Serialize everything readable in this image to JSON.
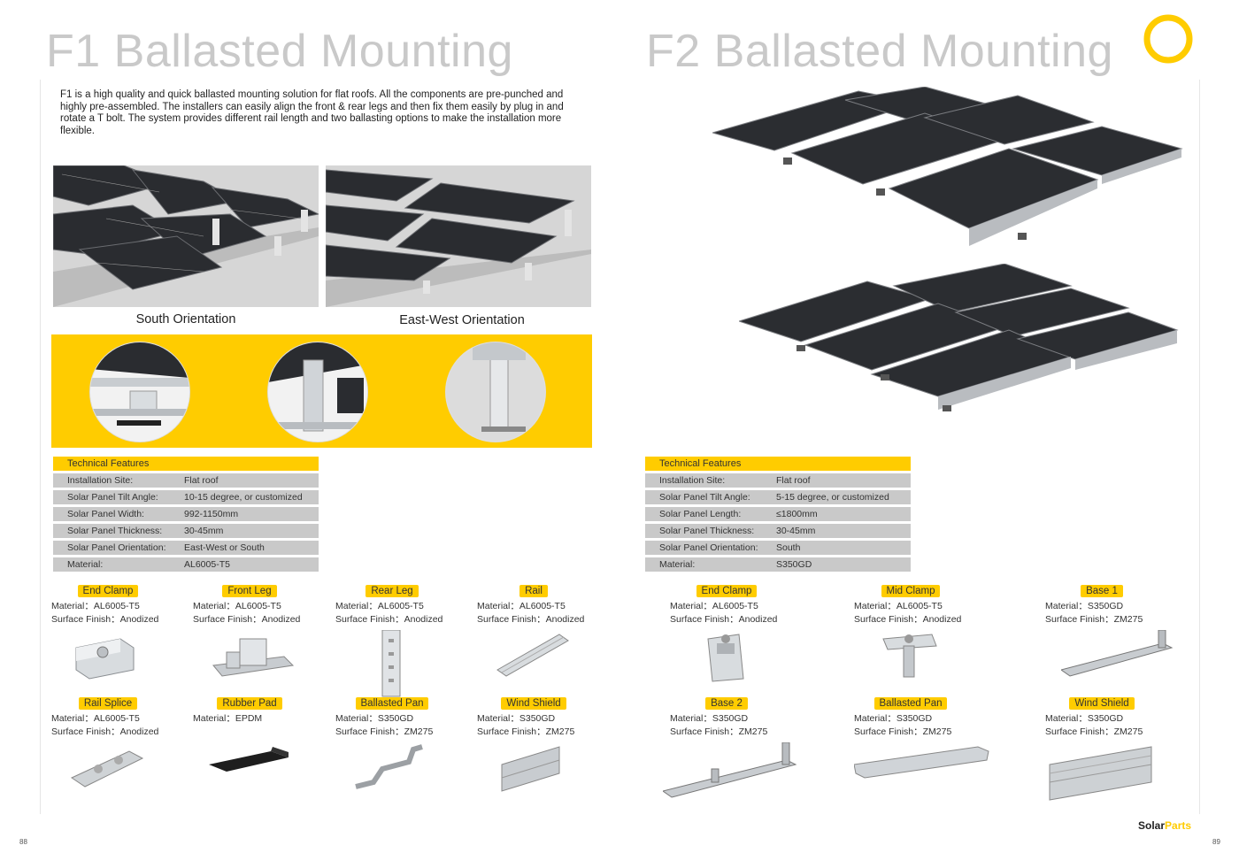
{
  "left": {
    "title": "F1 Ballasted Mounting",
    "intro": "F1 is a high quality and quick ballasted mounting  solution for flat roofs.  All the components are pre-punched and highly pre-assembled. The installers can easily align the front & rear legs and then fix them easily by plug in and rotate a T bolt. The system provides different rail length and two ballasting options to make the installation more flexible.",
    "captions": [
      "South Orientation",
      "East-West Orientation"
    ],
    "features": {
      "heading": "Technical  Features",
      "rows": [
        {
          "label": "Installation Site:",
          "value": "Flat roof"
        },
        {
          "label": "Solar Panel Tilt Angle:",
          "value": "10-15 degree, or customized"
        },
        {
          "label": "Solar Panel Width:",
          "value": "992-1150mm"
        },
        {
          "label": "Solar Panel Thickness:",
          "value": "30-45mm"
        },
        {
          "label": "Solar Panel Orientation:",
          "value": "East-West or South"
        },
        {
          "label": "Material:",
          "value": "AL6005-T5"
        }
      ]
    },
    "parts": [
      {
        "name": "End Clamp",
        "material": "Material：AL6005-T5",
        "finish": "Surface Finish：Anodized"
      },
      {
        "name": "Front Leg",
        "material": "Material：AL6005-T5",
        "finish": "Surface Finish：Anodized"
      },
      {
        "name": "Rear Leg",
        "material": "Material：AL6005-T5",
        "finish": "Surface Finish：Anodized"
      },
      {
        "name": "Rail",
        "material": "Material：AL6005-T5",
        "finish": "Surface Finish：Anodized"
      },
      {
        "name": "Rail Splice",
        "material": "Material：AL6005-T5",
        "finish": "Surface Finish：Anodized"
      },
      {
        "name": "Rubber Pad",
        "material": "Material：EPDM",
        "finish": ""
      },
      {
        "name": "Ballasted Pan",
        "material": "Material：S350GD",
        "finish": "Surface Finish：ZM275"
      },
      {
        "name": "Wind Shield",
        "material": "Material：S350GD",
        "finish": "Surface Finish：ZM275"
      }
    ],
    "page_number": "88"
  },
  "right": {
    "title": "F2 Ballasted Mounting",
    "features": {
      "heading": "Technical  Features",
      "rows": [
        {
          "label": "Installation Site:",
          "value": "Flat roof"
        },
        {
          "label": "Solar Panel Tilt Angle:",
          "value": "5-15 degree, or customized"
        },
        {
          "label": "Solar Panel Length:",
          "value": "≤1800mm"
        },
        {
          "label": "Solar Panel Thickness:",
          "value": "30-45mm"
        },
        {
          "label": "Solar Panel Orientation:",
          "value": "South"
        },
        {
          "label": "Material:",
          "value": "S350GD"
        }
      ]
    },
    "parts": [
      {
        "name": "End Clamp",
        "material": "Material：AL6005-T5",
        "finish": "Surface Finish：Anodized"
      },
      {
        "name": "Mid Clamp",
        "material": "Material：AL6005-T5",
        "finish": "Surface Finish：Anodized"
      },
      {
        "name": "Base 1",
        "material": "Material：S350GD",
        "finish": "Surface Finish：ZM275"
      },
      {
        "name": "Base 2",
        "material": "Material：S350GD",
        "finish": "Surface Finish：ZM275"
      },
      {
        "name": "Ballasted Pan",
        "material": "Material：S350GD",
        "finish": "Surface Finish：ZM275"
      },
      {
        "name": "Wind Shield",
        "material": "Material：S350GD",
        "finish": "Surface Finish：ZM275"
      }
    ],
    "page_number": "89"
  },
  "brand": {
    "part1": "Solar",
    "part2": "Parts"
  },
  "colors": {
    "accent": "#ffcc00",
    "row_gray": "#c9c9c9",
    "title_gray": "#c9c9c9",
    "panel": "#2a2c30"
  }
}
